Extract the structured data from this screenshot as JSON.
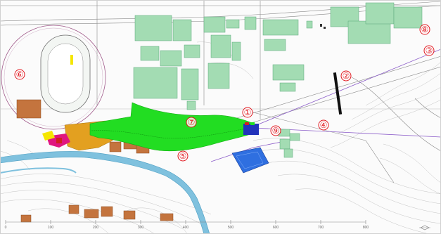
{
  "map": {
    "zone_markers": [
      {
        "id": "1",
        "label": "①"
      },
      {
        "id": "2",
        "label": "②"
      },
      {
        "id": "3",
        "label": "③"
      },
      {
        "id": "4",
        "label": "④"
      },
      {
        "id": "5",
        "label": "⑤"
      },
      {
        "id": "6",
        "label": "⑥"
      },
      {
        "id": "7",
        "label": "⑦"
      },
      {
        "id": "8",
        "label": "⑧"
      },
      {
        "id": "9",
        "label": "⑨"
      }
    ],
    "scale_bar": {
      "ticks": [
        "0",
        "100",
        "200",
        "300",
        "400",
        "500",
        "600",
        "700",
        "800"
      ]
    },
    "colors": {
      "proposed_corridor": "#22dd22",
      "existing_building": "#9fd8b0",
      "orange_site": "#e3a020",
      "brown_building": "#c4743e",
      "river": "#6fb7d6",
      "blue_facility": "#2f6fe0",
      "dark_blue_facility": "#2233bb",
      "magenta_zone": "#e0167f",
      "yellow_zone": "#f5e600",
      "marker_red": "#e0161d",
      "contour": "#b9b9b9"
    }
  }
}
